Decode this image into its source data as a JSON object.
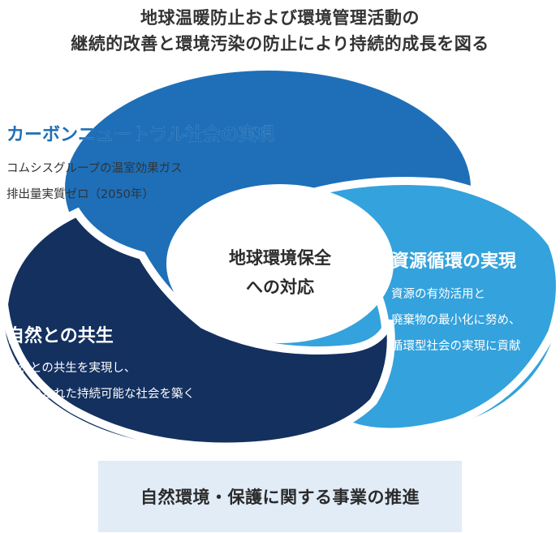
{
  "header": {
    "line1": "地球温暖防止および環境管理活動の",
    "line2": "継続的改善と環境汚染の防止により持続的成長を図る"
  },
  "center": {
    "line1": "地球環境保全",
    "line2": "への対応"
  },
  "segments": [
    {
      "id": "carbon",
      "title": "カーボンニュートラル社会の実現",
      "lines": [
        "コムシスグループの温室効果ガス",
        "排出量実質ゼロ（2050年）"
      ],
      "color": "#1e6fb8"
    },
    {
      "id": "resource",
      "title": "資源循環の実現",
      "lines": [
        "資源の有効活用と",
        "廃棄物の最小化に努め、",
        "循環型社会の実現に貢献"
      ],
      "color": "#34a2dc"
    },
    {
      "id": "nature",
      "title": "自然との共生",
      "lines": [
        "自然との共生を実現し、",
        "調和のとれた持続可能な社会を築く"
      ],
      "color": "#13305f"
    }
  ],
  "footer": {
    "label": "自然環境・保護に関する事業の推進"
  },
  "colors": {
    "heading_carbon": "#1e6fb8",
    "heading_resource": "#ffffff",
    "heading_nature": "#ffffff",
    "footer_bg": "#e1ecf7"
  }
}
